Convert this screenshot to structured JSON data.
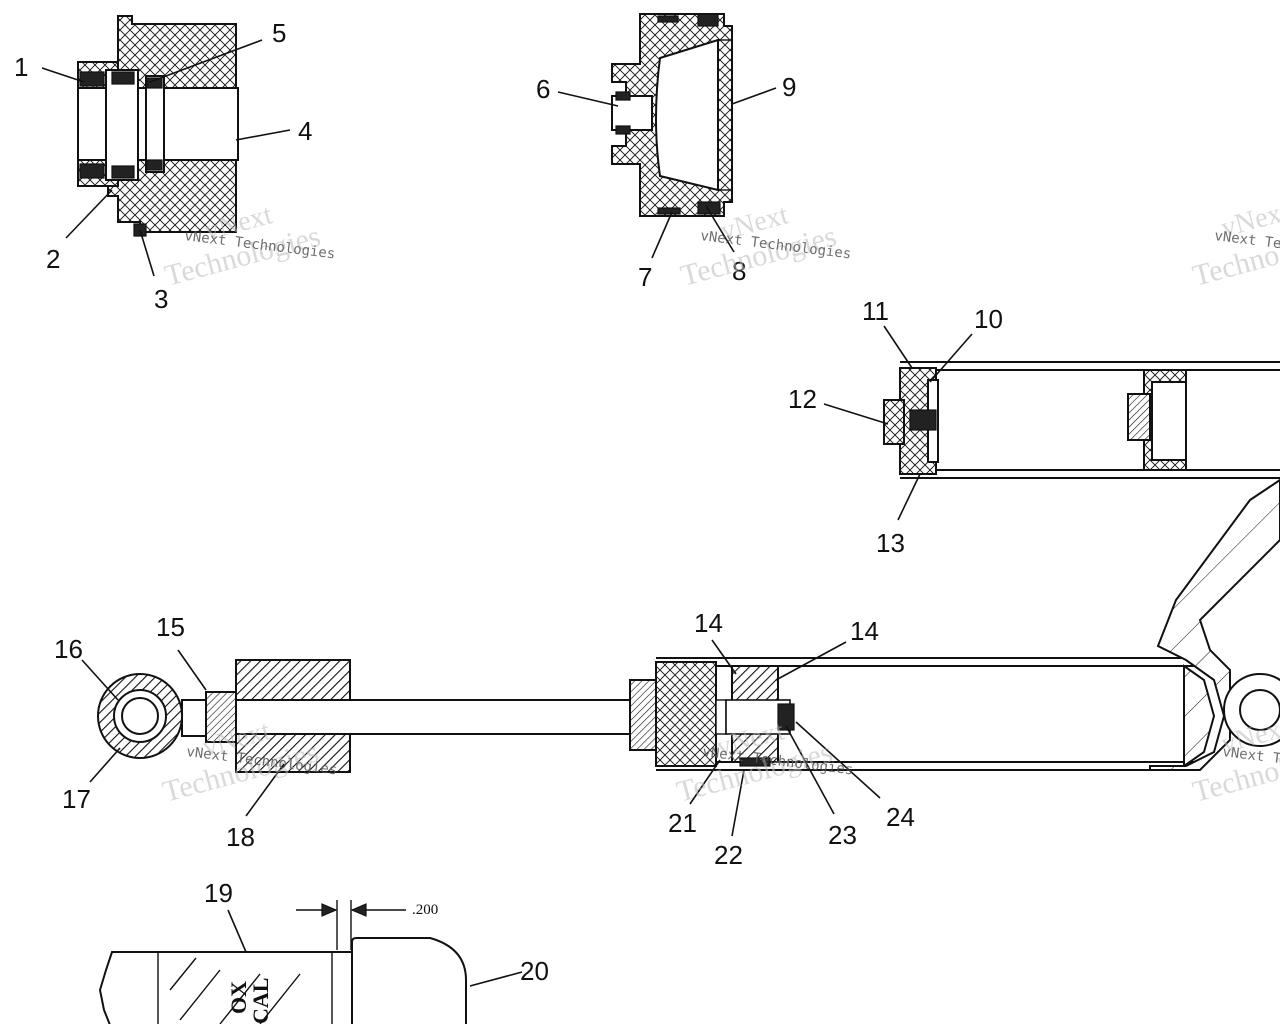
{
  "callouts": [
    "1",
    "2",
    "3",
    "4",
    "5",
    "6",
    "7",
    "8",
    "9",
    "10",
    "11",
    "12",
    "13",
    "14",
    "14",
    "15",
    "16",
    "17",
    "18",
    "19",
    "20",
    "21",
    "22",
    "23",
    "24"
  ],
  "dimension": ".200",
  "decal_text": [
    "OX",
    "CAL"
  ],
  "watermark": {
    "line1": "vNext",
    "line2": "Technologies",
    "small": "vNext Technologies"
  },
  "colors": {
    "ink": "#111111",
    "paper": "#ffffff",
    "watermark": "#b9b9b9"
  }
}
